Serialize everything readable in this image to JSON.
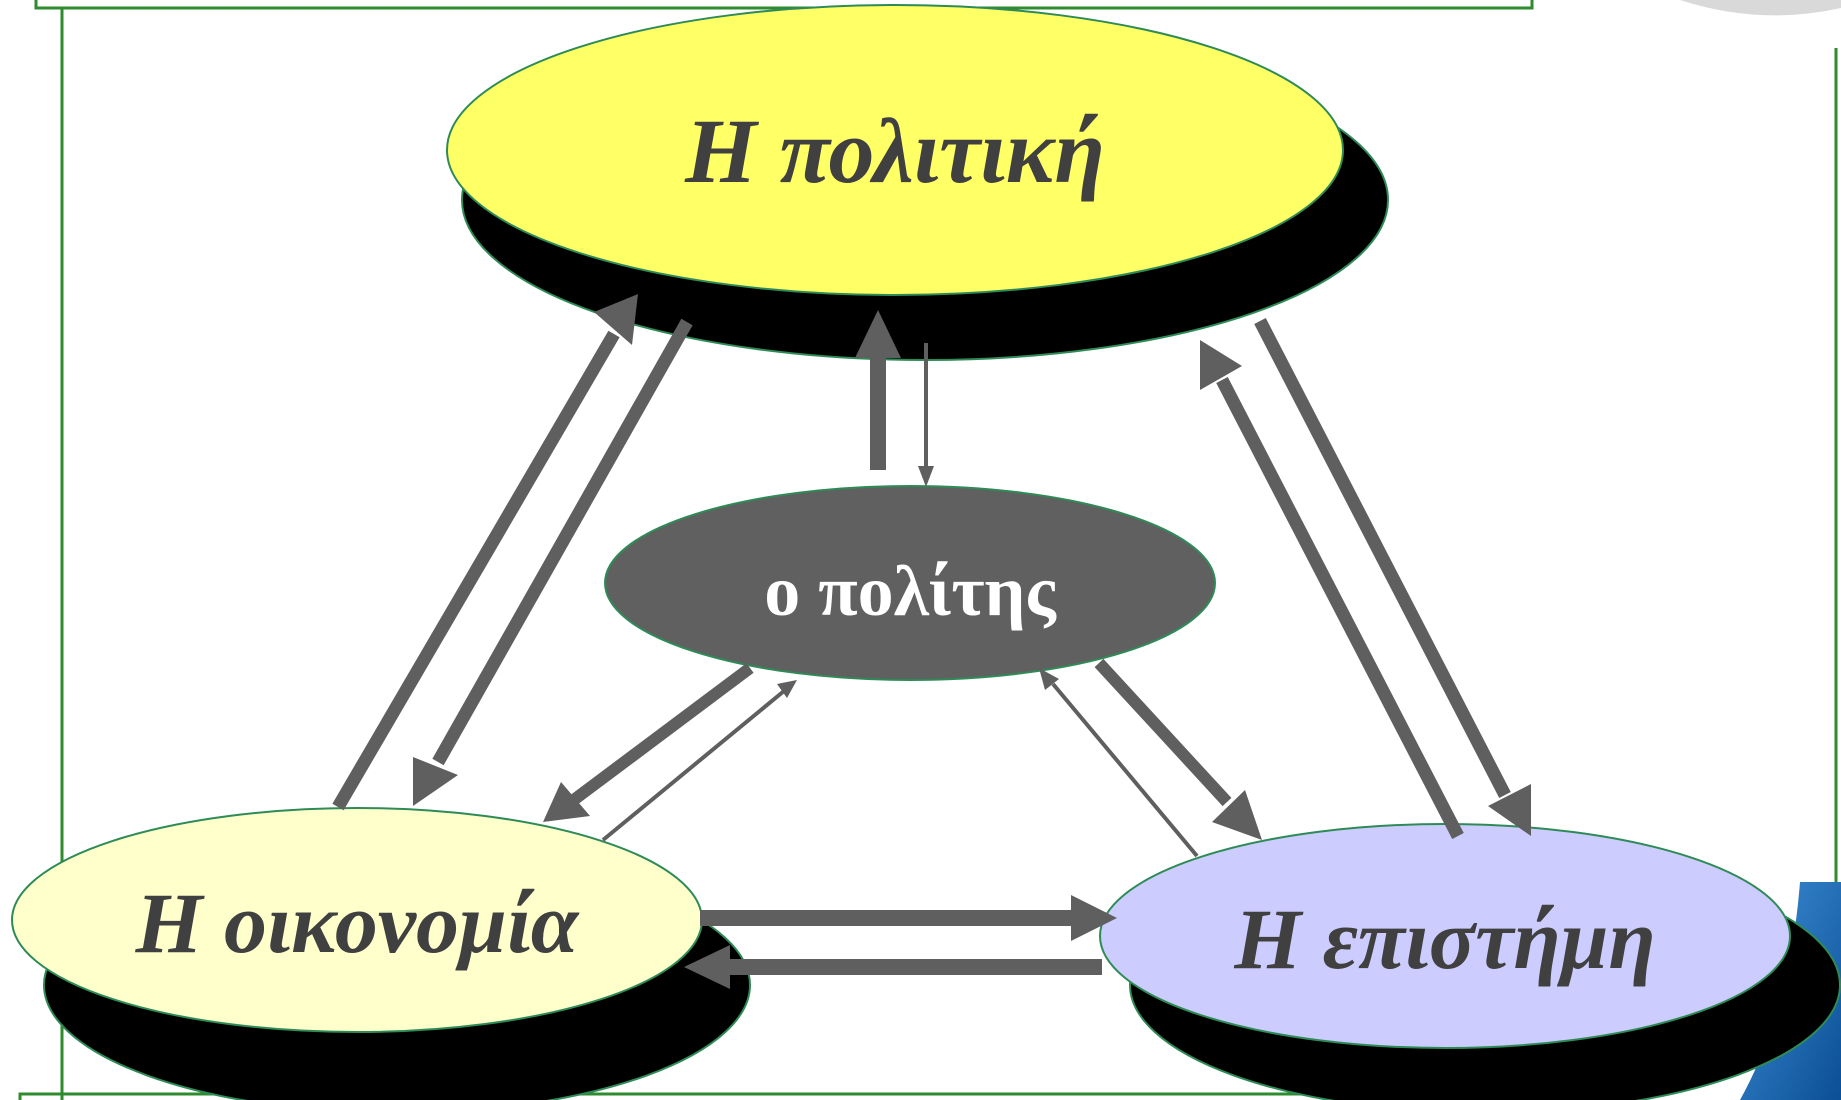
{
  "nodes": {
    "politics": {
      "label": "Η πολιτική",
      "fill": "#ffff66"
    },
    "citizen": {
      "label": "ο πολίτης",
      "fill": "#606060"
    },
    "economy": {
      "label": "Η οικονομία",
      "fill": "#ffffcc"
    },
    "science": {
      "label": "Η επιστήμη",
      "fill": "#ccccff"
    }
  },
  "colors": {
    "arrow": "#5f5f5f",
    "frame_border": "#2e8b2e",
    "ellipse_stroke": "#2e8b57",
    "shadow": "#000000",
    "label_text": "#404040",
    "center_text": "#ffffff",
    "corner_accent": "#1e6fb8"
  }
}
